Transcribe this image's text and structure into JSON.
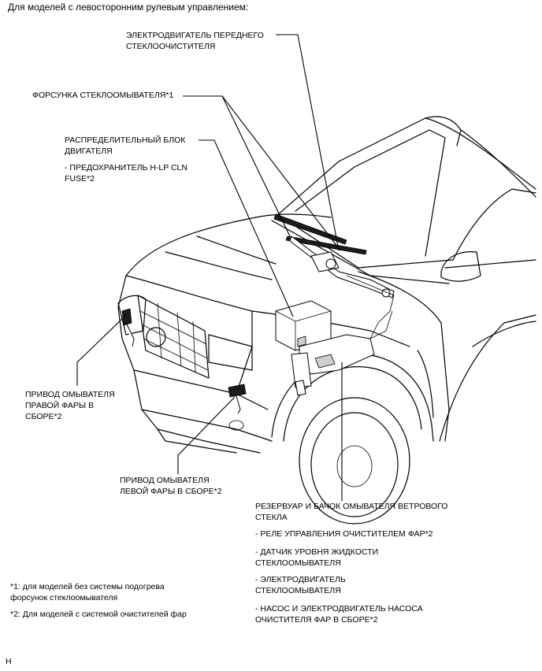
{
  "title": "Для моделей с левосторонним рулевым управлением:",
  "callouts": {
    "front_wiper_motor": [
      "ЭЛЕКТРОДВИГАТЕЛЬ ПЕРЕДНЕГО",
      "СТЕКЛООЧИСТИТЕЛЯ"
    ],
    "washer_nozzle": "ФОРСУНКА СТЕКЛООМЫВАТЕЛЯ*1",
    "engine_relay_block": [
      "РАСПРЕДЕЛИТЕЛЬНЫЙ БЛОК",
      "ДВИГАТЕЛЯ"
    ],
    "hlp_cln_fuse": [
      "- ПРЕДОХРАНИТЕЛЬ H-LP CLN",
      "FUSE*2"
    ],
    "rh_headlight_washer": [
      "ПРИВОД ОМЫВАТЕЛЯ",
      "ПРАВОЙ ФАРЫ В",
      "СБОРЕ*2"
    ],
    "lh_headlight_washer": [
      "ПРИВОД ОМЫВАТЕЛЯ",
      "ЛЕВОЙ ФАРЫ В СБОРЕ*2"
    ],
    "washer_tank": [
      "РЕЗЕРВУАР И БАЧОК ОМЫВАТЕЛЯ ВЕТРОВОГО",
      "СТЕКЛА"
    ],
    "headlight_cleaner_relay": "- РЕЛЕ УПРАВЛЕНИЯ ОЧИСТИТЕЛЕМ ФАР*2",
    "washer_level_sensor": [
      "- ДАТЧИК УРОВНЯ ЖИДКОСТИ",
      "СТЕКЛООМЫВАТЕЛЯ"
    ],
    "washer_motor": [
      "- ЭЛЕКТРОДВИГАТЕЛЬ",
      "СТЕКЛООМЫВАТЕЛЯ"
    ],
    "headlight_cleaner_pump": [
      "- НАСОС И ЭЛЕКТРОДВИГАТЕЛЬ НАСОСА",
      "ОЧИСТИТЕЛЯ ФАР В СБОРЕ*2"
    ]
  },
  "footnotes": {
    "note1": [
      "*1: для моделей без системы подогрева",
      "форсунок стеклоомывателя"
    ],
    "note2": "*2: Для моделей с системой очистителей фар"
  },
  "corner_mark": "H"
}
